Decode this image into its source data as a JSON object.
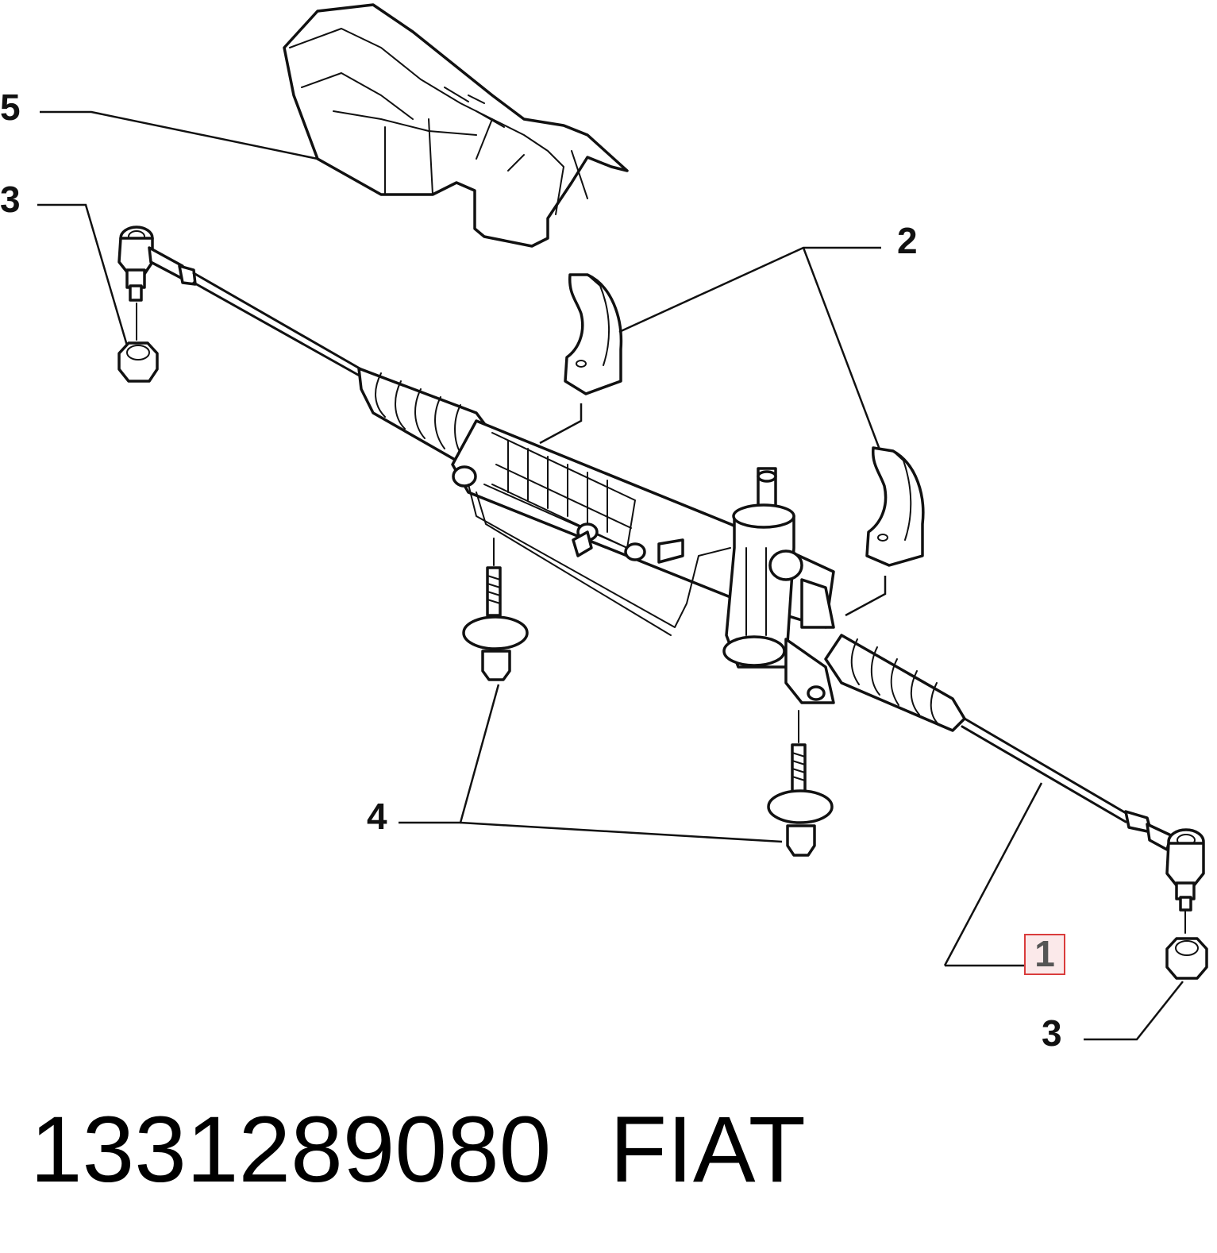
{
  "callouts": {
    "c1": "1",
    "c2": "2",
    "c3_top": "3",
    "c3_bottom": "3",
    "c4": "4",
    "c5": "5"
  },
  "footer": {
    "part_number": "1331289080",
    "brand": "FIAT"
  },
  "highlight_color": "#d93c3c"
}
